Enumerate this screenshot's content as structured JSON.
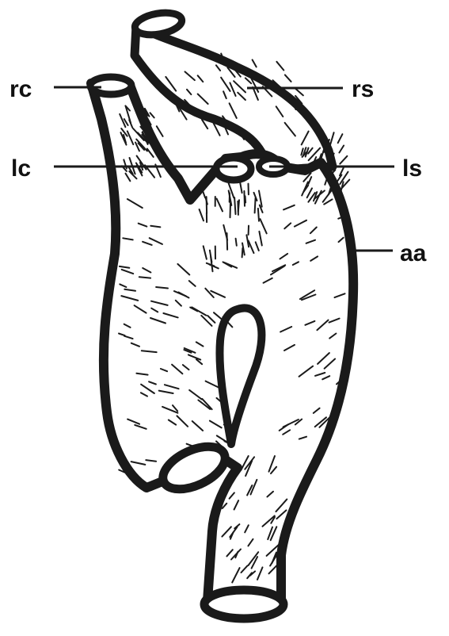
{
  "labels": {
    "rc": "rc",
    "rs": "rs",
    "lc": "lc",
    "ls": "ls",
    "aa": "aa"
  },
  "colors": {
    "ink": "#1a1a1a",
    "background": "#ffffff"
  }
}
